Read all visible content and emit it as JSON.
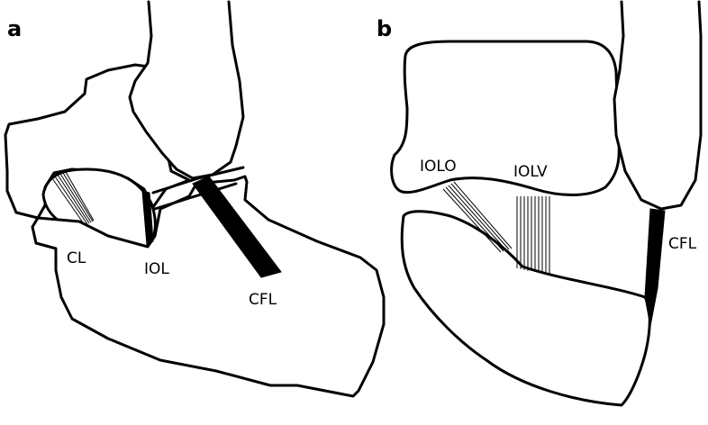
{
  "panels": [
    {
      "letter": "a",
      "labels": {
        "cl": "CL",
        "iol": "IOL",
        "cfl": "CFL"
      }
    },
    {
      "letter": "b",
      "labels": {
        "iolo": "IOLO",
        "iolv": "IOLV",
        "cfl": "CFL"
      }
    }
  ],
  "colors": {
    "outline": "#000000",
    "background": "#ffffff",
    "ligament": "#000000"
  }
}
